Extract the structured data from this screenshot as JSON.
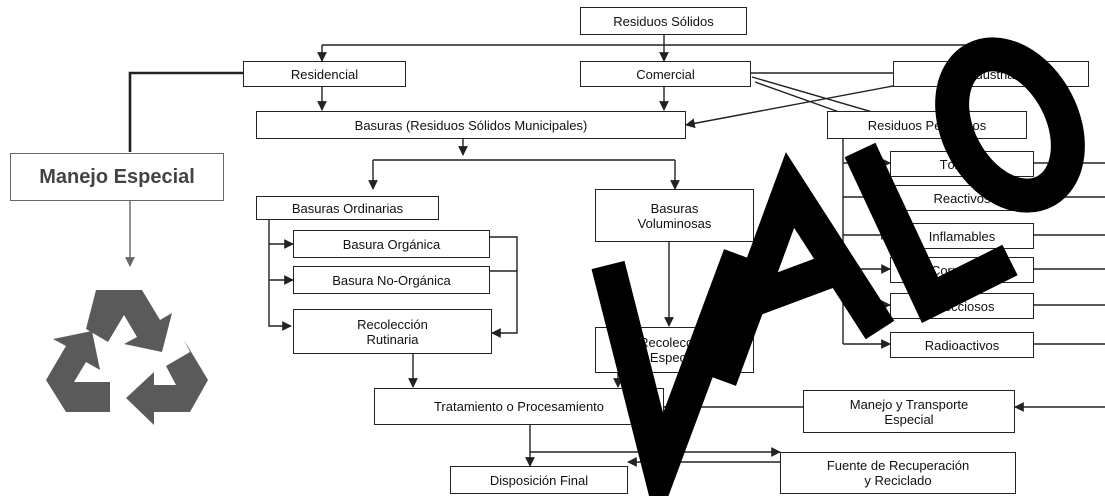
{
  "diagram": {
    "root": "Residuos Sólidos",
    "residencial": "Residencial",
    "comercial": "Comercial",
    "industrial": "Industrial",
    "basuras_municipales": "Basuras (Residuos Sólidos Municipales)",
    "residuos_peligrosos": "Residuos Peligrosos",
    "manejo_especial": "Manejo Especial",
    "basuras_ordinarias": "Basuras Ordinarias",
    "basura_organica": "Basura Orgánica",
    "basura_no_organica": "Basura No-Orgánica",
    "recoleccion_rutinaria": "Recolección\nRutinaria",
    "basuras_voluminosas": "Basuras\nVoluminosas",
    "recoleccion_especial": "Recolección\nEspecial",
    "tratamiento": "Tratamiento o Procesamiento",
    "manejo_transporte": "Manejo y Transporte\nEspecial",
    "disposicion_final": "Disposición Final",
    "fuente_recuperacion": "Fuente de Recuperación\ny Reciclado",
    "peligrosos_tipos": [
      "Tóxicos",
      "Reactivos",
      "Inflamables",
      "Corrosivos",
      "Infecciosos",
      "Radioactivos"
    ]
  },
  "icons": {
    "recycle": "recycle-icon",
    "watermark": "valor-watermark"
  },
  "colors": {
    "line": "#222222",
    "recycle": "#5a5a5a",
    "watermark": "#000000"
  }
}
